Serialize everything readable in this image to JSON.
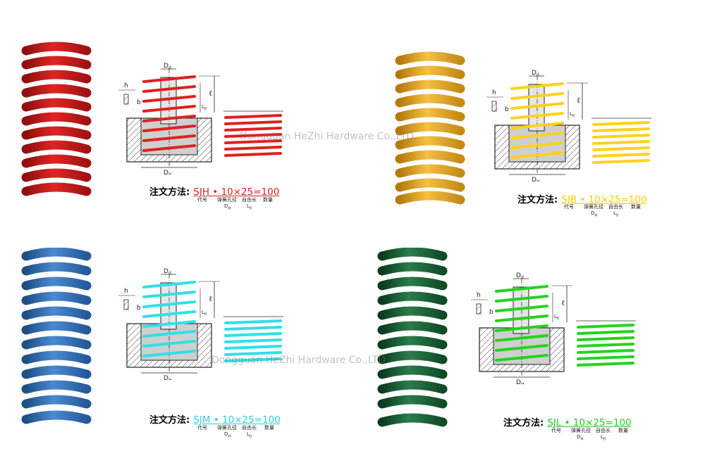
{
  "watermark": "Dongguan HeZhi Hardware Co.,LTD",
  "order_label": "注文方法:",
  "captions": {
    "code": "代号",
    "hole_diameter": "弹簧孔径",
    "free_length": "自由长",
    "quantity": "数量",
    "hole_symbol": "D",
    "hole_subscript": "H",
    "length_symbol": "L",
    "length_subscript": "0"
  },
  "diagram_labels": {
    "h": "h",
    "b": "b",
    "d": "D",
    "d_sub": "d",
    "dh": "D",
    "dh_sub": "H",
    "l": "ℓ",
    "l0": "L",
    "l0_sub": "0"
  },
  "variants": [
    {
      "id": "SJH",
      "color": "#d21f1f",
      "dark": "#8e1010",
      "order": "SJH • 10×25=100"
    },
    {
      "id": "SJB",
      "color": "#f0b22c",
      "dark": "#b57a0e",
      "order": "SJB • 10×25=100"
    },
    {
      "id": "SJM",
      "color": "#3e7fc4",
      "dark": "#1e4f86",
      "order": "SJM • 10×25=100"
    },
    {
      "id": "SJL",
      "color": "#1b6b3c",
      "dark": "#0c3b1f",
      "order": "SJL • 10×25=100"
    }
  ],
  "diagram_colors": {
    "SJH": "#e02020",
    "SJB": "#ffd21a",
    "SJM": "#2fe0e8",
    "SJL": "#22d41e"
  },
  "order_text_colors": {
    "SJH": "#e02020",
    "SJB": "#ffcc00",
    "SJM": "#33ccdd",
    "SJL": "#22cc22"
  }
}
